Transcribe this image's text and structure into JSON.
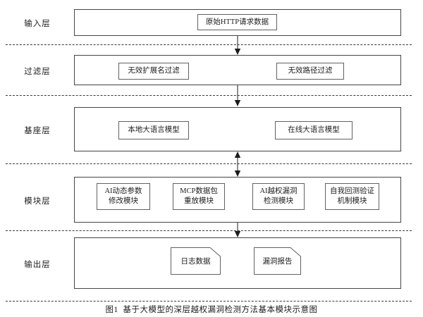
{
  "caption": "图1  基于大模型的深层越权漏洞检测方法基本模块示意图",
  "layers": {
    "input": {
      "label": "输入层",
      "box": "原始HTTP请求数据"
    },
    "filter": {
      "label": "过滤层",
      "left_box": "无效扩展名过滤",
      "right_box": "无效路径过滤"
    },
    "base": {
      "label": "基座层",
      "left_box": "本地大语言模型",
      "right_box": "在线大语言模型"
    },
    "module": {
      "label": "模块层",
      "boxes": [
        {
          "line1": "AI动态参数",
          "line2": "修改模块"
        },
        {
          "line1": "MCP数据包",
          "line2": "重放模块"
        },
        {
          "line1": "AI越权漏洞",
          "line2": "检测模块"
        },
        {
          "line1": "自我回测验证",
          "line2": "机制模块"
        }
      ]
    },
    "output": {
      "label": "输出层",
      "left_doc": "日志数据",
      "right_doc": "漏洞报告"
    }
  },
  "connectors": {
    "input_to_filter": "down-arrow",
    "filter_to_base": "down-arrow",
    "base_module": "double-arrow",
    "module_to_output": "down-arrow"
  },
  "colors": {
    "border": "#454545",
    "inner_border": "#616161",
    "dashed": "#383838",
    "arrow": "#1c1c1c",
    "text": "#1c1c1c",
    "background": "#ffffff"
  }
}
